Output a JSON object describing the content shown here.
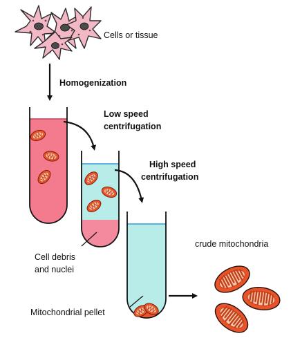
{
  "labels": {
    "cells_or_tissue": "Cells or tissue",
    "homogenization": "Homogenization",
    "low_speed_line1": "Low speed",
    "low_speed_line2": "centrifugation",
    "high_speed_line1": "High speed",
    "high_speed_line2": "centrifugation",
    "cell_debris_line1": "Cell debris",
    "cell_debris_line2": "and nuclei",
    "mitochondrial_pellet": "Mitochondrial pellet",
    "crude_mitochondria": "crude mitochondria"
  },
  "colors": {
    "cell_fill": "#f2b8c6",
    "nucleus": "#4a4a4a",
    "homogenate": "#f47a8e",
    "supernatant": "#b8ece8",
    "supernatant_line": "#4da6d9",
    "debris": "#f48a9e",
    "mito_outer": "#e8532a",
    "mito_inner": "#f7c7a8",
    "outline": "#111111"
  }
}
